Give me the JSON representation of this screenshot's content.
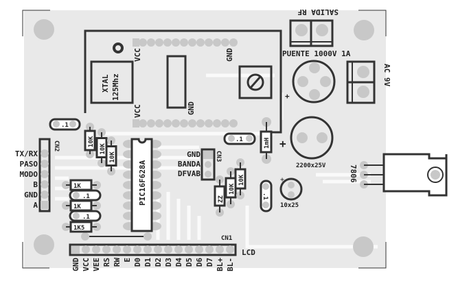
{
  "colors": {
    "board": "#e9e9e9",
    "pad": "#c8c8c8",
    "silkscreen": "#333333",
    "trace": "#fafafa"
  },
  "dds_module": {
    "crystal_label": "XTAL",
    "crystal_freq": "125Mhz",
    "vcc_top": "VCC",
    "vcc_bottom": "VCC",
    "gnd_top": "GND",
    "gnd_inner": "GND"
  },
  "output": {
    "label": "SALIDA RF"
  },
  "bridge": {
    "label": "PUENTE 1000V 1A"
  },
  "power_input": {
    "label": "AC 9V"
  },
  "filter_cap": {
    "label": "2200x25V"
  },
  "regulator": {
    "label": "7806"
  },
  "small_cap": {
    "label": "10x25"
  },
  "inductor": {
    "label": "1mH"
  },
  "mcu": {
    "label": "PIC16F628A"
  },
  "resistors": {
    "r1": "10K",
    "r2": "10K",
    "r3": "10K",
    "r4": "1K",
    "r5": "1K",
    "r6": "1K5",
    "r7": "10K",
    "r8": "10K",
    "zener": "ZZ"
  },
  "capacitors": {
    "c1": ".1",
    "c2": ".1",
    "c3": ".1",
    "c4": ".1",
    "c5": ".1"
  },
  "cn2": {
    "name": "CN2",
    "pins": [
      "TX/RX",
      "PASO",
      "MODO",
      "B",
      "GND",
      "A"
    ]
  },
  "cn3": {
    "name": "CN3",
    "pins": [
      "GND",
      "BANDA",
      "DFVAB"
    ]
  },
  "cn1": {
    "name": "CN1",
    "label": "LCD",
    "pins": [
      "GND",
      "VCC",
      "VEE",
      "RS",
      "RW",
      "E",
      "D0",
      "D1",
      "D2",
      "D3",
      "D4",
      "D5",
      "D6",
      "D7",
      "BL+",
      "BL-"
    ]
  }
}
